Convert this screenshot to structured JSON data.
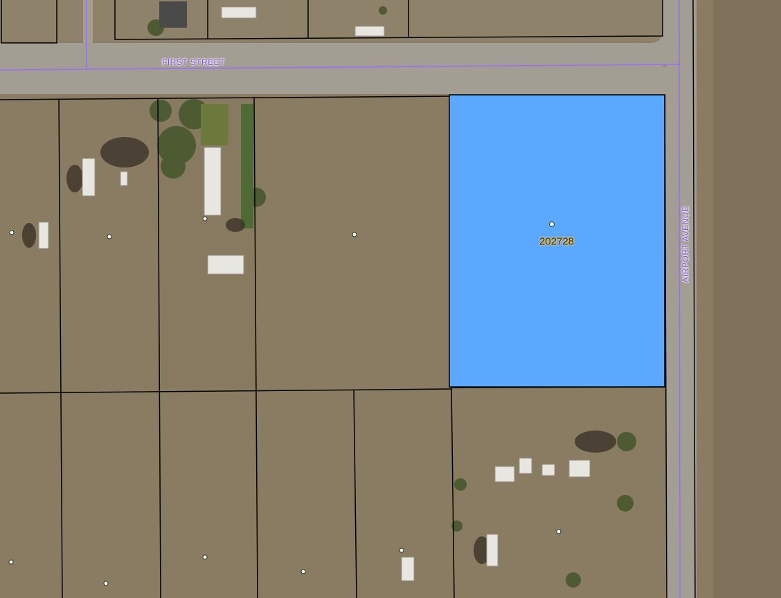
{
  "map": {
    "streets": {
      "first_street": "FIRST STREET",
      "airport_avenue": "AIRPORT AVENUE"
    },
    "selected_parcel": {
      "id": "202728",
      "fill_color": "#5aa8ff"
    },
    "colors": {
      "ground": "#8a7b63",
      "road": "#a39e93",
      "parcel_line": "#000000",
      "street_centerline": "#9b6cff"
    }
  }
}
